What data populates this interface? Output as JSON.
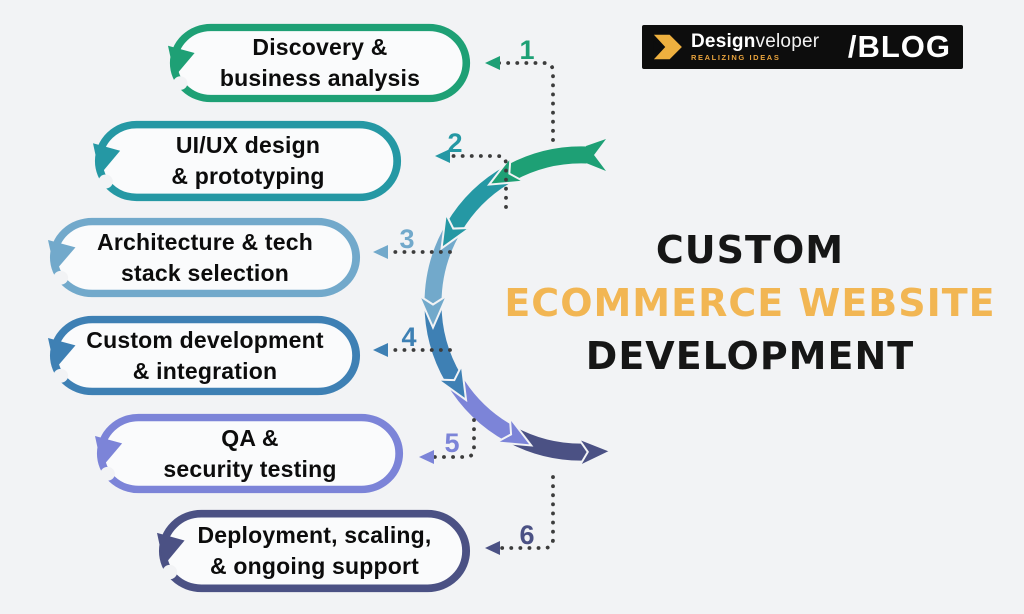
{
  "background": "#f2f3f5",
  "logo": {
    "brand_bold": "Design",
    "brand_rest": "veloper",
    "tagline": "REALIZING IDEAS",
    "blog": "/BLOG",
    "accent_color": "#e8a33d",
    "bar_color": "#0d0d0d"
  },
  "title": {
    "line1": "CUSTOM",
    "line2": "ECOMMERCE WEBSITE",
    "line3": "DEVELOPMENT",
    "accent_color": "#f2b653",
    "text_color": "#161616"
  },
  "steps": [
    {
      "number": "1",
      "line1": "Discovery &",
      "line2": "business analysis",
      "color": "#1ea075"
    },
    {
      "number": "2",
      "line1": "UI/UX design",
      "line2": "& prototyping",
      "color": "#2598a4"
    },
    {
      "number": "3",
      "line1": "Architecture & tech",
      "line2": "stack selection",
      "color": "#72a9cb"
    },
    {
      "number": "4",
      "line1": "Custom development",
      "line2": "& integration",
      "color": "#3e80b4"
    },
    {
      "number": "5",
      "line1": "QA &",
      "line2": "security testing",
      "color": "#7c84d8"
    },
    {
      "number": "6",
      "line1": "Deployment, scaling,",
      "line2": "& ongoing support",
      "color": "#4b5184"
    }
  ],
  "connectors": {
    "dot_color": "#3c3c3c"
  }
}
